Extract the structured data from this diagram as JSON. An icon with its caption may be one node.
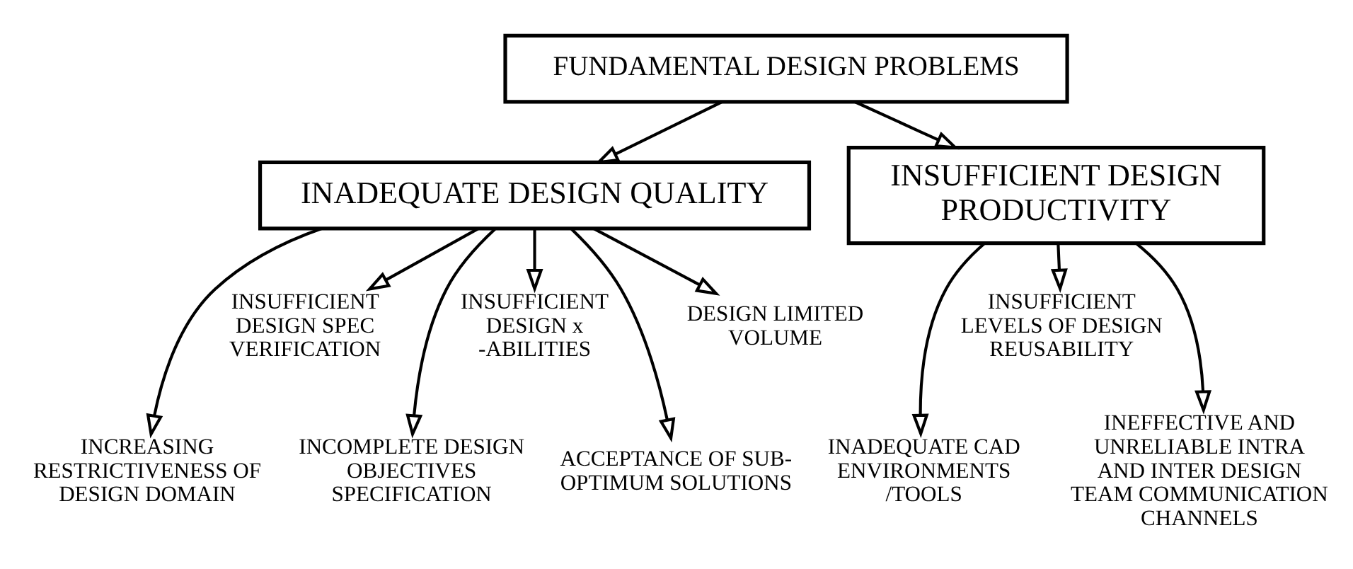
{
  "diagram": {
    "nodes": [
      {
        "text": [
          "FUNDAMENTAL DESIGN PROBLEMS"
        ]
      },
      {
        "text": [
          "INADEQUATE DESIGN QUALITY"
        ]
      },
      {
        "text": [
          "INSUFFICIENT DESIGN PRODUCTIVITY"
        ]
      },
      {
        "text": [
          "INCREASING RESTRICTIVENESS OF DESIGN DOMAIN"
        ]
      },
      {
        "text": [
          "INSUFFICIENT DESIGN SPEC VERIFICATION"
        ]
      },
      {
        "text": [
          "INCOMPLETE DESIGN OBJECTIVES SPECIFICATION"
        ]
      },
      {
        "text": [
          "INSUFFICIENT DESIGN x -ABILITIES"
        ]
      },
      {
        "text": [
          "ACCEPTANCE OF SUB- OPTIMUM SOLUTIONS"
        ]
      },
      {
        "text": [
          "DESIGN LIMITED VOLUME"
        ]
      },
      {
        "text": [
          "INADEQUATE CAD ENVIRONMENTS /TOOLS"
        ]
      },
      {
        "text": [
          "INSUFFICIENT LEVELS OF DESIGN REUSABILITY"
        ]
      },
      {
        "text": [
          "INEFFECTIVE AND UNRELIABLE INTRA AND INTER DESIGN TEAM COMMUNICATION CHANNELS"
        ]
      }
    ],
    "edges": [
      {
        "from": 0,
        "to": 1,
        "arrow": "to"
      },
      {
        "from": 0,
        "to": 2,
        "arrow": "to"
      },
      {
        "from": 1,
        "to": 3,
        "arrow": "to"
      },
      {
        "from": 1,
        "to": 4,
        "arrow": "to"
      },
      {
        "from": 1,
        "to": 5,
        "arrow": "to"
      },
      {
        "from": 1,
        "to": 6,
        "arrow": "to"
      },
      {
        "from": 1,
        "to": 7,
        "arrow": "to"
      },
      {
        "from": 1,
        "to": 8,
        "arrow": "to"
      },
      {
        "from": 2,
        "to": 9,
        "arrow": "to"
      },
      {
        "from": 2,
        "to": 10,
        "arrow": "to"
      },
      {
        "from": 2,
        "to": 11,
        "arrow": "to"
      }
    ]
  }
}
